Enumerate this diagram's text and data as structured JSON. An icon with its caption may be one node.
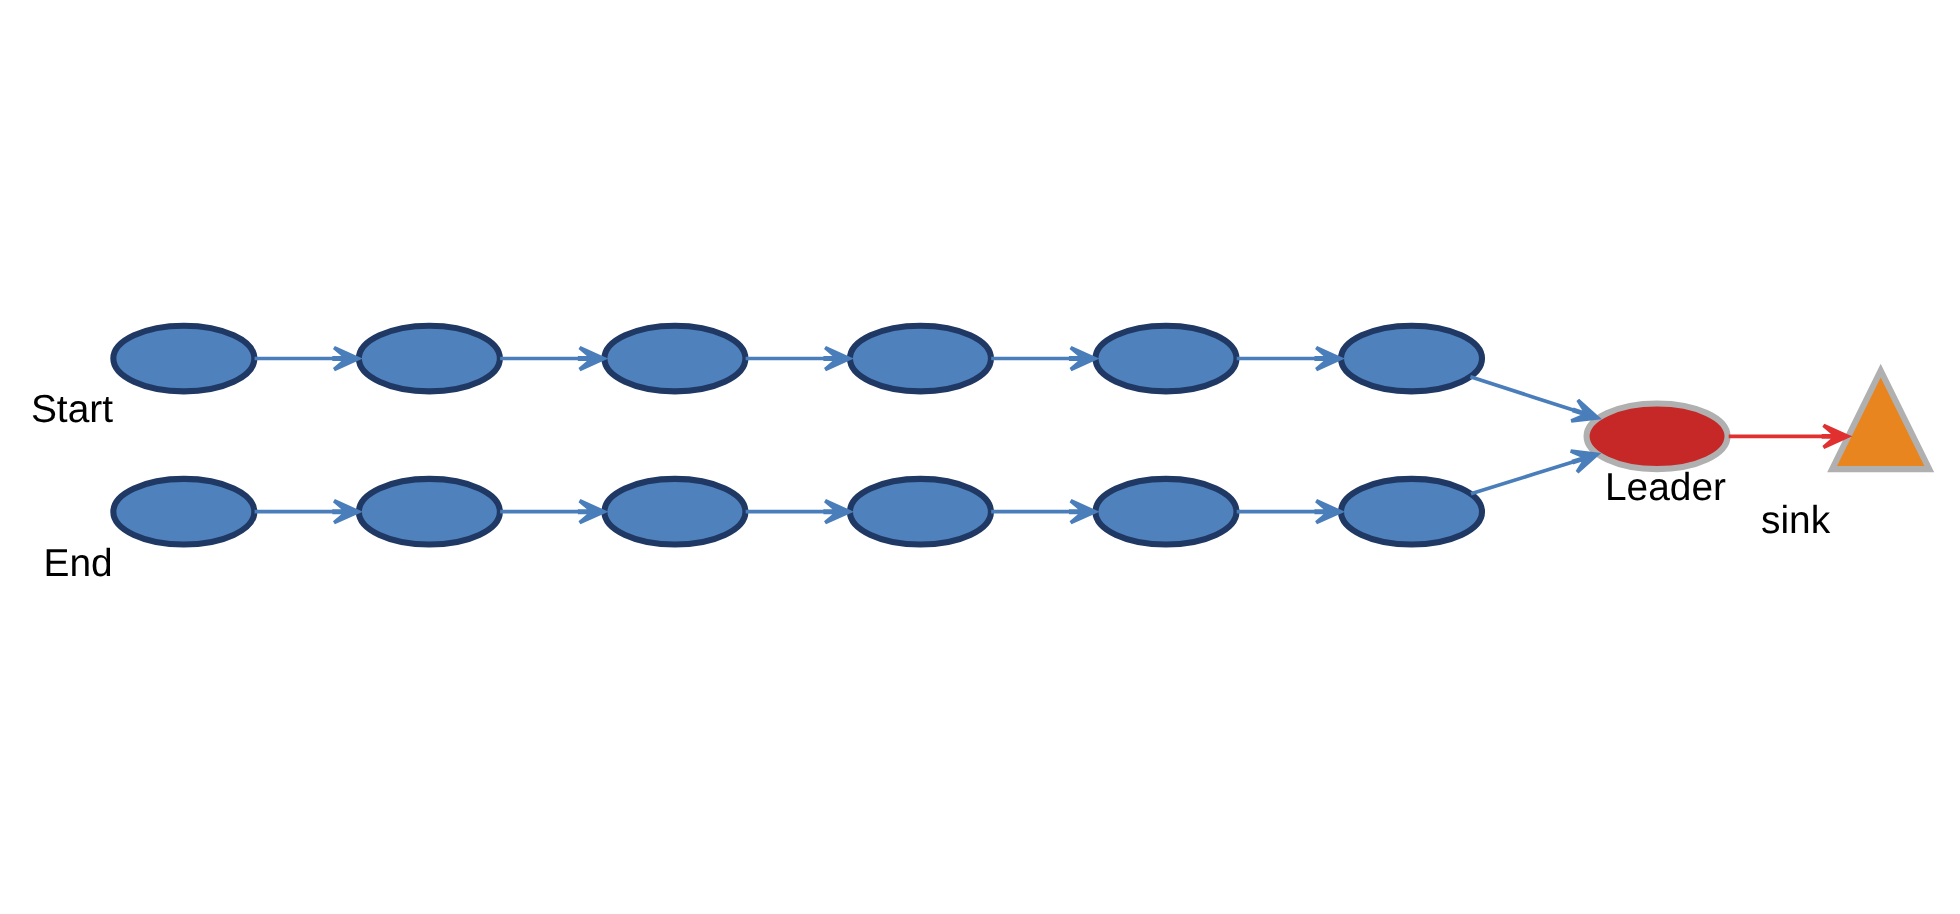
{
  "diagram": {
    "nodes": [
      {
        "text": [],
        "shape": "triangle",
        "beside": [
          "sink"
        ]
      },
      {
        "text": [],
        "shape": "ellipse",
        "beside": [
          "End"
        ]
      },
      {
        "text": [],
        "shape": "ellipse"
      },
      {
        "text": [],
        "shape": "ellipse"
      },
      {
        "text": [],
        "shape": "ellipse"
      },
      {
        "text": [],
        "shape": "ellipse"
      },
      {
        "text": [],
        "shape": "ellipse"
      },
      {
        "text": [],
        "shape": "ellipse"
      },
      {
        "text": [],
        "shape": "ellipse"
      },
      {
        "text": [],
        "shape": "ellipse",
        "beside": [
          "Leader"
        ]
      },
      {
        "text": [],
        "shape": "ellipse"
      },
      {
        "text": [],
        "shape": "ellipse"
      },
      {
        "text": [],
        "shape": "ellipse"
      },
      {
        "text": [],
        "shape": "ellipse",
        "beside": [
          "Start"
        ]
      }
    ],
    "edges": [
      {
        "from": 13,
        "to": 12,
        "arrow": "to"
      },
      {
        "from": 12,
        "to": 7,
        "arrow": "to"
      },
      {
        "from": 7,
        "to": 3,
        "arrow": "to"
      },
      {
        "from": 3,
        "to": 2,
        "arrow": "to"
      },
      {
        "from": 2,
        "to": 4,
        "arrow": "to"
      },
      {
        "from": 4,
        "to": 9,
        "arrow": "to"
      },
      {
        "from": 9,
        "to": 0,
        "arrow": "to",
        "color": "#e03030"
      },
      {
        "from": 1,
        "to": 6,
        "arrow": "to"
      },
      {
        "from": 6,
        "to": 10,
        "arrow": "to"
      },
      {
        "from": 10,
        "to": 11,
        "arrow": "to"
      },
      {
        "from": 11,
        "to": 8,
        "arrow": "to"
      },
      {
        "from": 8,
        "to": 5,
        "arrow": "to"
      },
      {
        "from": 5,
        "to": 9,
        "arrow": "to"
      }
    ]
  }
}
